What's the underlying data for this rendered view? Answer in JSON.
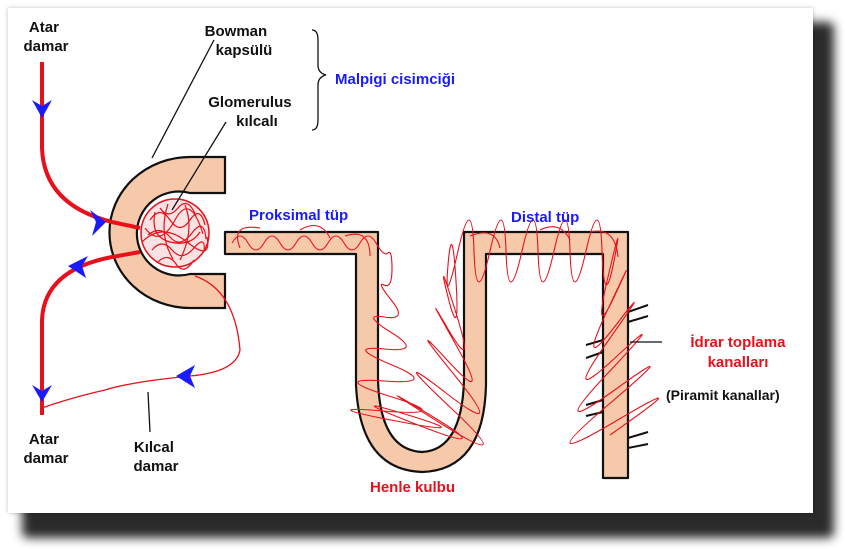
{
  "labels": {
    "atar_damar_top": [
      "Atar",
      "damar"
    ],
    "atar_damar_bottom": [
      "Atar",
      "damar"
    ],
    "bowman": [
      "Bowman",
      "kapsülü"
    ],
    "glomerulus": [
      "Glomerulus",
      "kılcalı"
    ],
    "malpigi": "Malpigi cisimciği",
    "proksimal": "Proksimal tüp",
    "distal": "Distal tüp",
    "henle": "Henle kulbu",
    "kilcal": [
      "Kılcal",
      "damar"
    ],
    "idrar": [
      "İdrar toplama",
      "kanalları"
    ],
    "piramit": "(Piramit kanallar)"
  },
  "colors": {
    "tubule_fill": "#f7c9ab",
    "outline": "#111111",
    "vessel": "#e8101a",
    "arrow": "#1a1aff",
    "blue_text": "#1a1aff",
    "red_text": "#e8101a",
    "shadow": "#2a2a2a"
  }
}
